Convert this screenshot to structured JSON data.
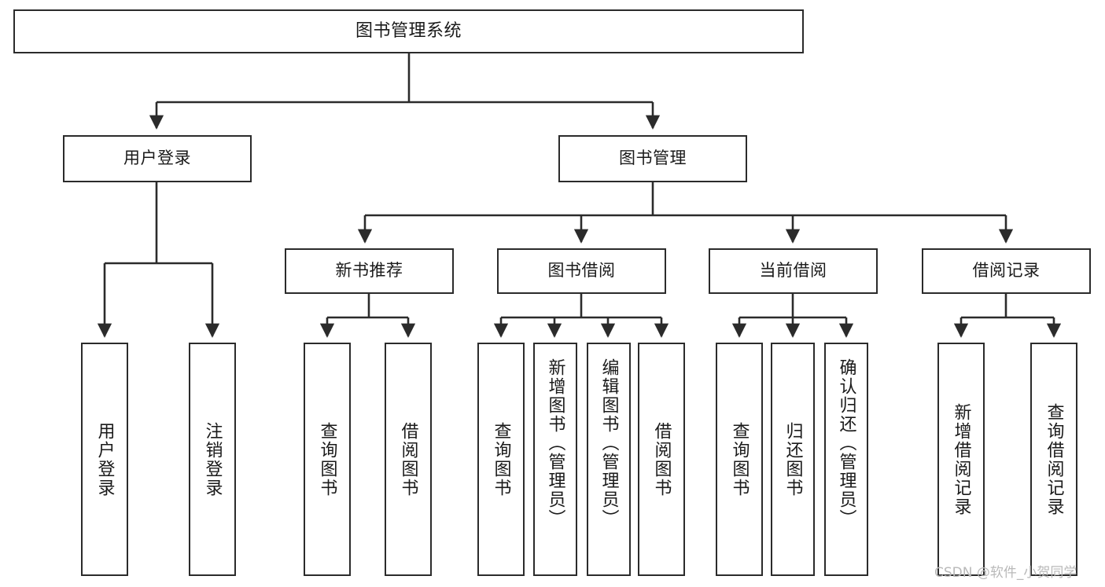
{
  "diagram": {
    "title": "图书管理系统",
    "type": "tree",
    "orientation": "top-down",
    "colors": {
      "box_border": "#2b2b2b",
      "box_fill": "#ffffff",
      "edge": "#2b2b2b",
      "text": "#1a1a1a",
      "watermark": "#b9b9b9",
      "background": "#ffffff"
    }
  },
  "root": {
    "label": "图书管理系统"
  },
  "tier1": [
    {
      "label": "用户登录"
    },
    {
      "label": "图书管理"
    }
  ],
  "tier2": [
    {
      "label": "新书推荐"
    },
    {
      "label": "图书借阅"
    },
    {
      "label": "当前借阅"
    },
    {
      "label": "借阅记录"
    }
  ],
  "leaves": {
    "user_login": [
      {
        "label": "用户登录"
      },
      {
        "label": "注销登录"
      }
    ],
    "new_book_recommend": [
      {
        "label": "查询图书"
      },
      {
        "label": "借阅图书"
      }
    ],
    "book_borrow": [
      {
        "label": "查询图书"
      },
      {
        "label": "新增图书（管理员）"
      },
      {
        "label": "编辑图书（管理员）"
      },
      {
        "label": "借阅图书"
      }
    ],
    "current_borrow": [
      {
        "label": "查询图书"
      },
      {
        "label": "归还图书"
      },
      {
        "label": "确认归还（管理员）"
      }
    ],
    "borrow_record": [
      {
        "label": "新增借阅记录"
      },
      {
        "label": "查询借阅记录"
      }
    ]
  },
  "watermark": {
    "text": "CSDN @软件_小贺同学"
  }
}
